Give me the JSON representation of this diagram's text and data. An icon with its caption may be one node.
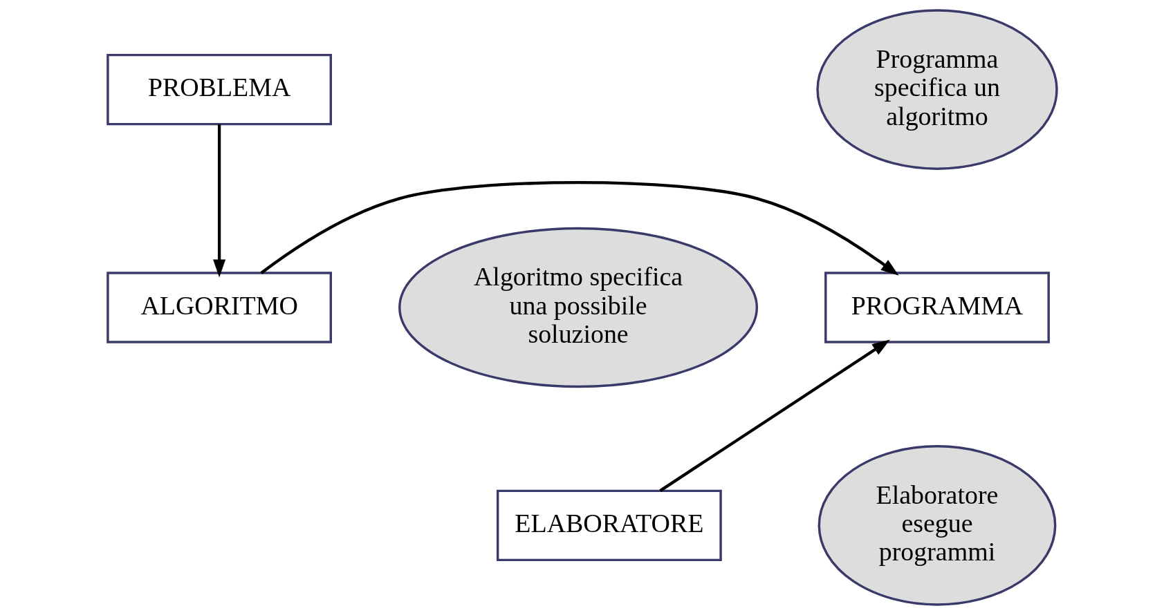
{
  "diagram": {
    "nodes": [
      {
        "text": [
          "PROBLEMA"
        ]
      },
      {
        "text": [
          "Programma specifica un algoritmo"
        ]
      },
      {
        "text": [
          "Algoritmo specifica una possibile soluzione"
        ]
      },
      {
        "text": [
          "PROGRAMMA"
        ]
      },
      {
        "text": [
          "ALGORITMO"
        ]
      },
      {
        "text": [
          "Elaboratore esegue programmi"
        ]
      },
      {
        "text": [
          "ELABORATORE"
        ]
      }
    ],
    "edges": [
      {
        "from": 0,
        "to": 4,
        "arrow": "to"
      },
      {
        "from": 4,
        "to": 3,
        "arrow": "to"
      },
      {
        "from": 6,
        "to": 3,
        "arrow": "to"
      }
    ]
  }
}
